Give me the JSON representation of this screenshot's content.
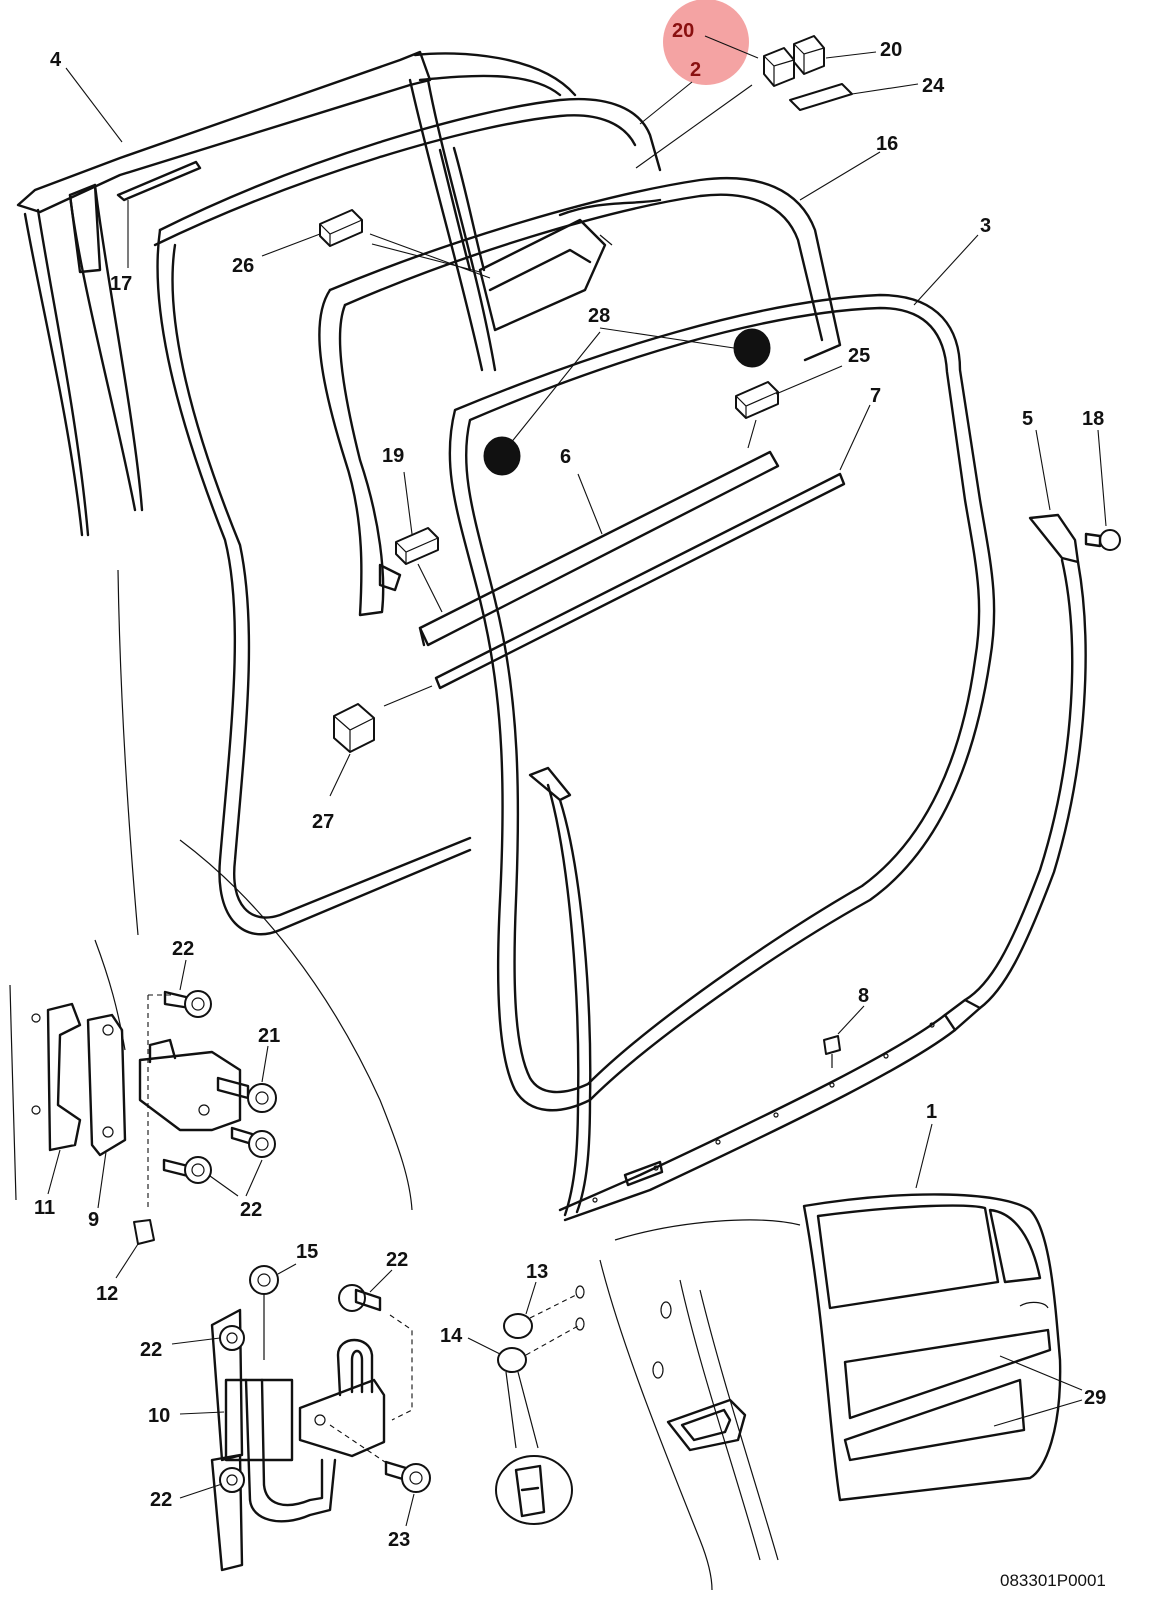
{
  "diagram": {
    "reference_code": "083301P0001",
    "highlight_color": "#f4a3a3",
    "callouts": [
      {
        "id": "c20_hi",
        "text": "20",
        "highlighted": true
      },
      {
        "id": "c2_hi",
        "text": "2",
        "highlighted": true
      },
      {
        "id": "c20",
        "text": "20"
      },
      {
        "id": "c24",
        "text": "24"
      },
      {
        "id": "c4",
        "text": "4"
      },
      {
        "id": "c16",
        "text": "16"
      },
      {
        "id": "c3",
        "text": "3"
      },
      {
        "id": "c17",
        "text": "17"
      },
      {
        "id": "c26",
        "text": "26"
      },
      {
        "id": "c28",
        "text": "28"
      },
      {
        "id": "c25",
        "text": "25"
      },
      {
        "id": "c7",
        "text": "7"
      },
      {
        "id": "c5",
        "text": "5"
      },
      {
        "id": "c18",
        "text": "18"
      },
      {
        "id": "c19",
        "text": "19"
      },
      {
        "id": "c6",
        "text": "6"
      },
      {
        "id": "c27",
        "text": "27"
      },
      {
        "id": "c8",
        "text": "8"
      },
      {
        "id": "c1",
        "text": "1"
      },
      {
        "id": "c22a",
        "text": "22"
      },
      {
        "id": "c21",
        "text": "21"
      },
      {
        "id": "c22b",
        "text": "22"
      },
      {
        "id": "c11",
        "text": "11"
      },
      {
        "id": "c9",
        "text": "9"
      },
      {
        "id": "c12",
        "text": "12"
      },
      {
        "id": "c15",
        "text": "15"
      },
      {
        "id": "c22c",
        "text": "22"
      },
      {
        "id": "c22d",
        "text": "22"
      },
      {
        "id": "c10",
        "text": "10"
      },
      {
        "id": "c22e",
        "text": "22"
      },
      {
        "id": "c23",
        "text": "23"
      },
      {
        "id": "c13",
        "text": "13"
      },
      {
        "id": "c14",
        "text": "14"
      },
      {
        "id": "c29",
        "text": "29"
      }
    ]
  }
}
